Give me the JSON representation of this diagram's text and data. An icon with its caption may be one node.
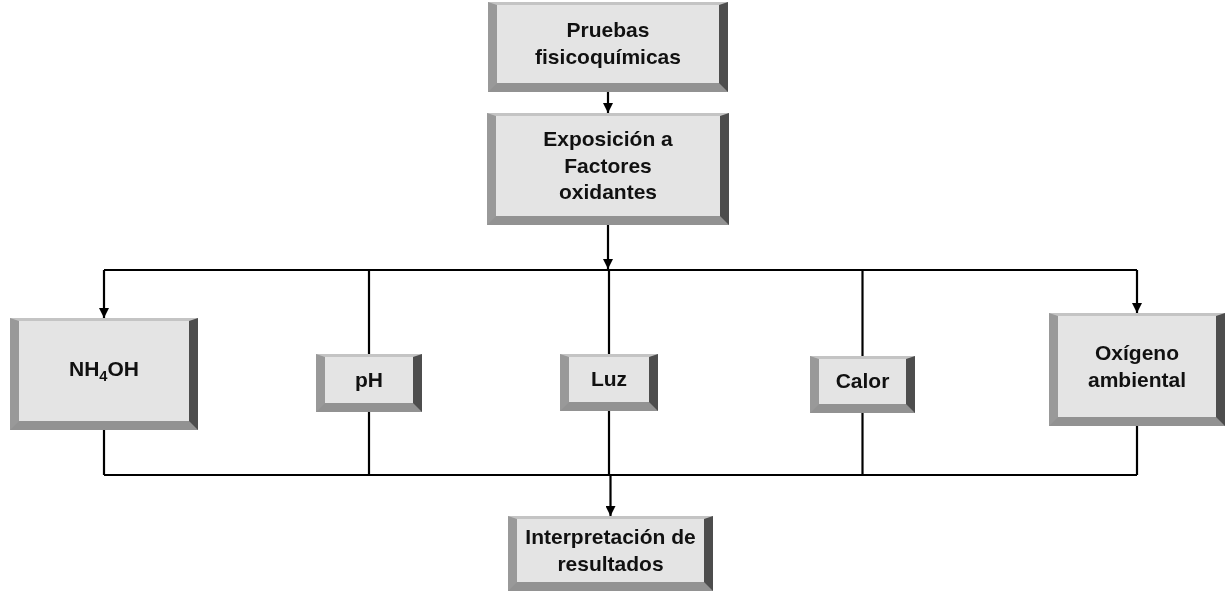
{
  "diagram": {
    "nodes": [
      {
        "text": [
          "Pruebas fisicoquímicas"
        ]
      },
      {
        "text": [
          "Exposición a Factores oxidantes"
        ]
      },
      {
        "text": [
          "NH$_{4}$OH"
        ]
      },
      {
        "text": [
          "pH"
        ]
      },
      {
        "text": [
          "Luz"
        ]
      },
      {
        "text": [
          "Calor"
        ]
      },
      {
        "text": [
          "Oxígeno ambiental"
        ]
      },
      {
        "text": [
          "Interpretación de resultados"
        ]
      }
    ],
    "edges": [
      {
        "from": 0,
        "to": 1,
        "arrow": "to"
      },
      {
        "from": 1,
        "to": 2,
        "arrow": "to"
      },
      {
        "from": 1,
        "to": 3,
        "arrow": "none"
      },
      {
        "from": 1,
        "to": 4,
        "arrow": "none"
      },
      {
        "from": 1,
        "to": 5,
        "arrow": "none"
      },
      {
        "from": 1,
        "to": 6,
        "arrow": "to"
      },
      {
        "from": 2,
        "to": 7,
        "arrow": "to"
      },
      {
        "from": 3,
        "to": 7,
        "arrow": "to"
      },
      {
        "from": 4,
        "to": 7,
        "arrow": "to"
      },
      {
        "from": 5,
        "to": 7,
        "arrow": "to"
      },
      {
        "from": 6,
        "to": 7,
        "arrow": "to"
      }
    ]
  }
}
